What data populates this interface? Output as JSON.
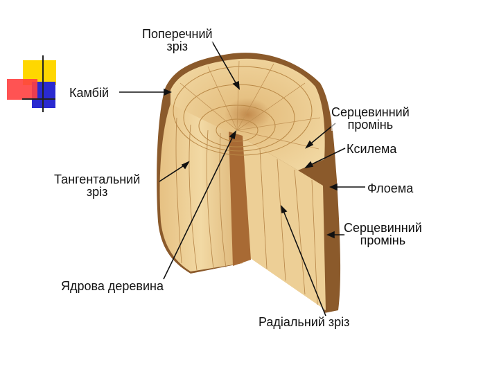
{
  "labels": {
    "cross_section": [
      "Поперечний",
      "зріз"
    ],
    "cambium": "Камбій",
    "pith_ray_top": [
      "Серцевинний",
      "промінь"
    ],
    "xylem": "Ксилема",
    "tangential": [
      "Тангентальний",
      "зріз"
    ],
    "phloem": "Флоема",
    "pith_ray_bottom": [
      "Серцевинний",
      "промінь"
    ],
    "heartwood": "Ядрова деревина",
    "radial": "Радіальний зріз"
  },
  "colors": {
    "bark": "#8b5a2b",
    "wood": "#e9c98c",
    "heartwood": "#a86a34",
    "deco_yellow": "#ffd700",
    "deco_blue": "#2a2ad0",
    "deco_red": "#ff3030"
  }
}
